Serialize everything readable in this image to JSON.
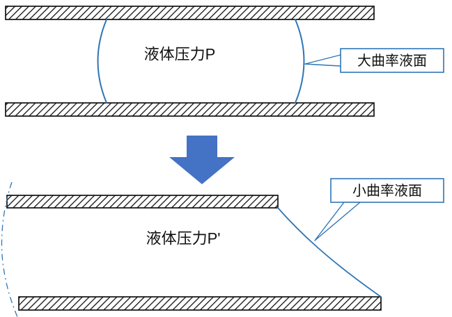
{
  "colors": {
    "curve_blue": "#2E75B6",
    "arrow_blue": "#4472C4",
    "ink": "#111111"
  },
  "figure": {
    "top": {
      "pressure_label": "液体压力P",
      "callout_label": "大曲率液面"
    },
    "bottom": {
      "pressure_label": "液体压力P'",
      "callout_label": "小曲率液面"
    }
  }
}
